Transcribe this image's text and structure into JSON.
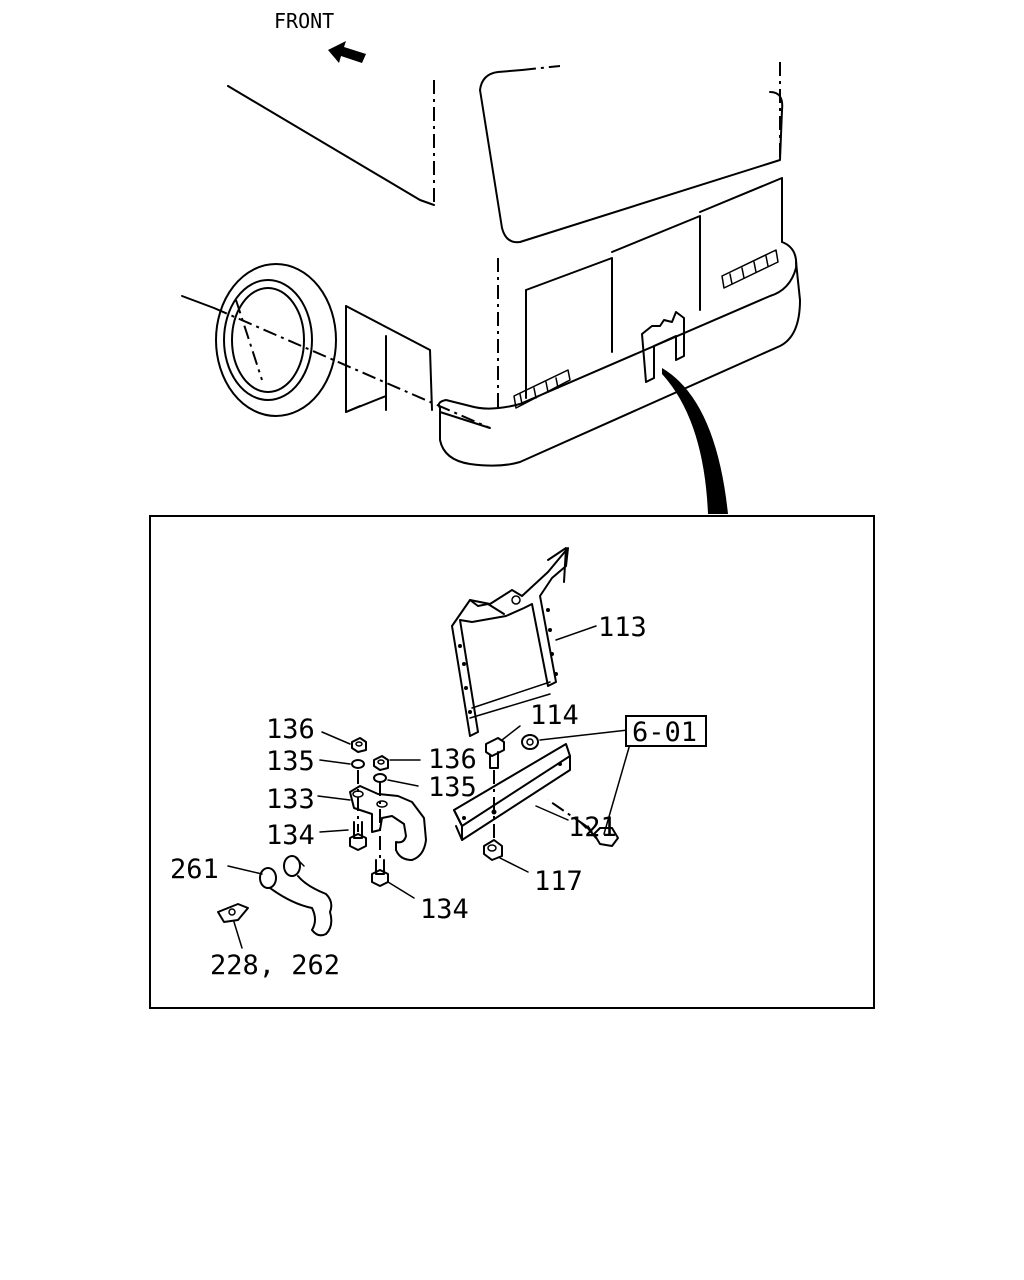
{
  "orientation_label": "FRONT",
  "reference_box": "6-01",
  "parts": [
    {
      "id": "113",
      "label": "113"
    },
    {
      "id": "114",
      "label": "114"
    },
    {
      "id": "136a",
      "label": "136"
    },
    {
      "id": "135a",
      "label": "135"
    },
    {
      "id": "136b",
      "label": "136"
    },
    {
      "id": "135b",
      "label": "135"
    },
    {
      "id": "133",
      "label": "133"
    },
    {
      "id": "134a",
      "label": "134"
    },
    {
      "id": "121",
      "label": "121"
    },
    {
      "id": "261",
      "label": "261"
    },
    {
      "id": "117",
      "label": "117"
    },
    {
      "id": "134b",
      "label": "134"
    },
    {
      "id": "228_262",
      "label": "228, 262"
    }
  ]
}
